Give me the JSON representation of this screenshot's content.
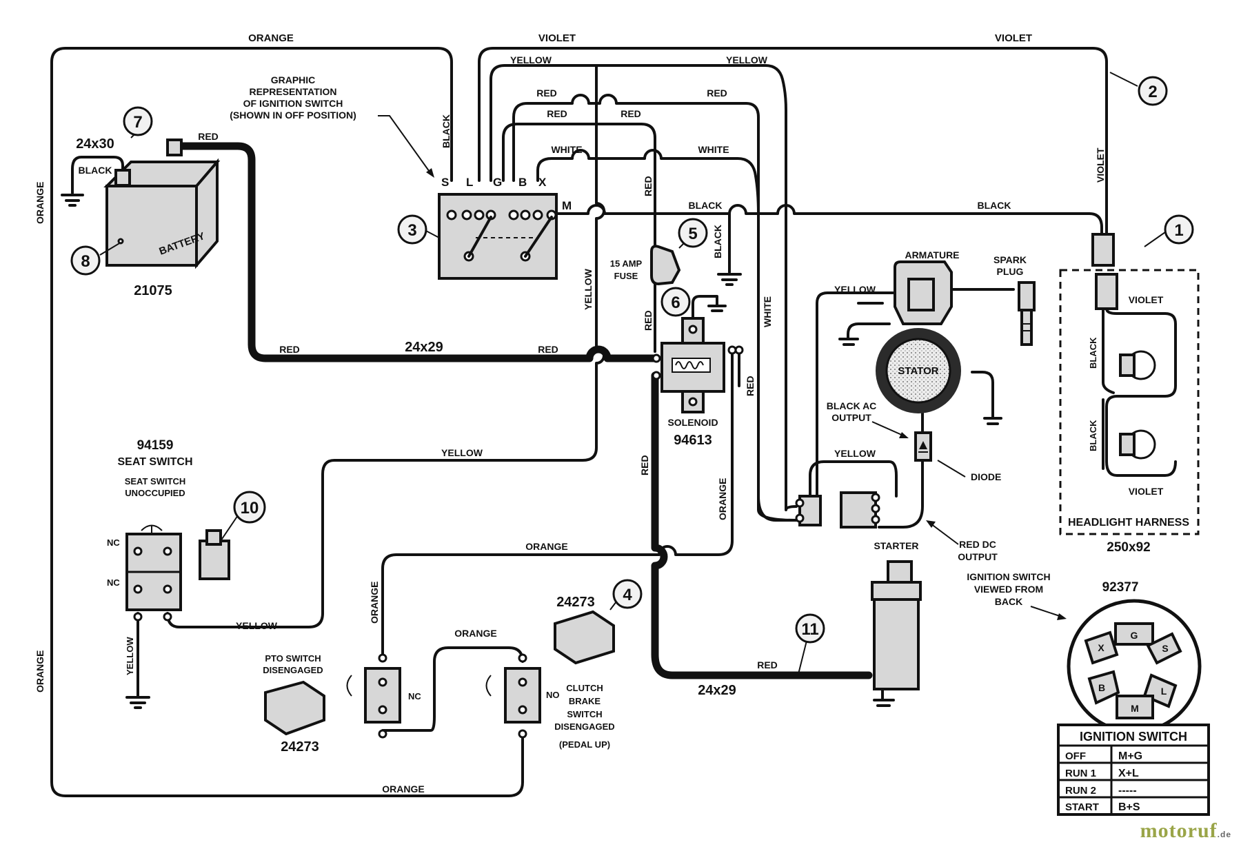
{
  "wire_labels": {
    "orange_top": "ORANGE",
    "violet_top": "VIOLET",
    "violet_top_right": "VIOLET",
    "yellow_top": "YELLOW",
    "yellow_top_right": "YELLOW",
    "red_a": "RED",
    "red_b": "RED",
    "red_c": "RED",
    "red_d": "RED",
    "white_a": "WHITE",
    "white_b": "WHITE",
    "black_vertical": "BLACK",
    "black_ground": "BLACK",
    "black_mid": "BLACK",
    "black_right": "BLACK",
    "violet_right_vertical": "VIOLET",
    "red_battery": "RED",
    "black_battery": "BLACK",
    "orange_left_upper": "ORANGE",
    "orange_left_lower": "ORANGE",
    "red_main_left": "RED",
    "red_main_right": "RED",
    "gauge_main": "24x29",
    "red_vert_1": "RED",
    "red_vert_2": "RED",
    "red_vert_3": "RED",
    "red_vert_4": "RED",
    "white_vertical": "WHITE",
    "yellow_vertical": "YELLOW",
    "yellow_mid": "YELLOW",
    "yellow_seat": "YELLOW",
    "yellow_ground": "YELLOW",
    "yellow_armature": "YELLOW",
    "yellow_regulator": "YELLOW",
    "orange_mid": "ORANGE",
    "orange_vertical_sol": "ORANGE",
    "orange_pto": "ORANGE",
    "orange_clutch": "ORANGE",
    "orange_bottom": "ORANGE",
    "red_starter": "RED",
    "gauge_starter": "24x29",
    "harness_violet_top": "VIOLET",
    "harness_violet_bottom": "VIOLET",
    "harness_black_1": "BLACK",
    "harness_black_2": "BLACK"
  },
  "ignition_graphic": {
    "label_lines": [
      "GRAPHIC",
      "REPRESENTATION",
      "OF IGNITION SWITCH",
      "(SHOWN IN OFF POSITION)"
    ],
    "terminals": [
      "S",
      "L",
      "G",
      "B",
      "X",
      "M"
    ]
  },
  "battery": {
    "label": "BATTERY",
    "part": "21075",
    "gauge": "24x30"
  },
  "fuse": {
    "line1": "15 AMP",
    "line2": "FUSE"
  },
  "solenoid": {
    "label": "SOLENOID",
    "part": "94613"
  },
  "engine": {
    "armature": "ARMATURE",
    "spark_plug_1": "SPARK",
    "spark_plug_2": "PLUG",
    "stator": "STATOR",
    "black_ac_1": "BLACK AC",
    "black_ac_2": "OUTPUT",
    "diode": "DIODE",
    "red_dc_1": "RED DC",
    "red_dc_2": "OUTPUT",
    "starter": "STARTER"
  },
  "seat_switch": {
    "part": "94159",
    "title": "SEAT SWITCH",
    "state_1": "SEAT SWITCH",
    "state_2": "UNOCCUPIED",
    "nc_top": "NC",
    "nc_bottom": "NC"
  },
  "pto_switch": {
    "line1": "PTO SWITCH",
    "line2": "DISENGAGED",
    "part": "24273",
    "contact": "NC"
  },
  "clutch_switch": {
    "part": "24273",
    "contact": "NO",
    "lines": [
      "CLUTCH",
      "BRAKE",
      "SWITCH",
      "DISENGAGED",
      "(PEDAL UP)"
    ]
  },
  "headlight": {
    "label": "HEADLIGHT HARNESS",
    "part": "250x92"
  },
  "switch_back": {
    "lines": [
      "IGNITION SWITCH",
      "VIEWED FROM",
      "BACK"
    ],
    "part": "92377",
    "pins": [
      "G",
      "S",
      "L",
      "M",
      "B",
      "X"
    ]
  },
  "ignition_table": {
    "title": "IGNITION SWITCH",
    "rows": [
      {
        "position": "OFF",
        "contacts": "M+G"
      },
      {
        "position": "RUN 1",
        "contacts": "X+L"
      },
      {
        "position": "RUN 2",
        "contacts": "-----"
      },
      {
        "position": "START",
        "contacts": "B+S"
      }
    ]
  },
  "callouts": [
    "1",
    "2",
    "3",
    "4",
    "5",
    "6",
    "7",
    "8",
    "10",
    "11"
  ],
  "watermark": {
    "text": "motoruf",
    "suffix": ".de"
  }
}
